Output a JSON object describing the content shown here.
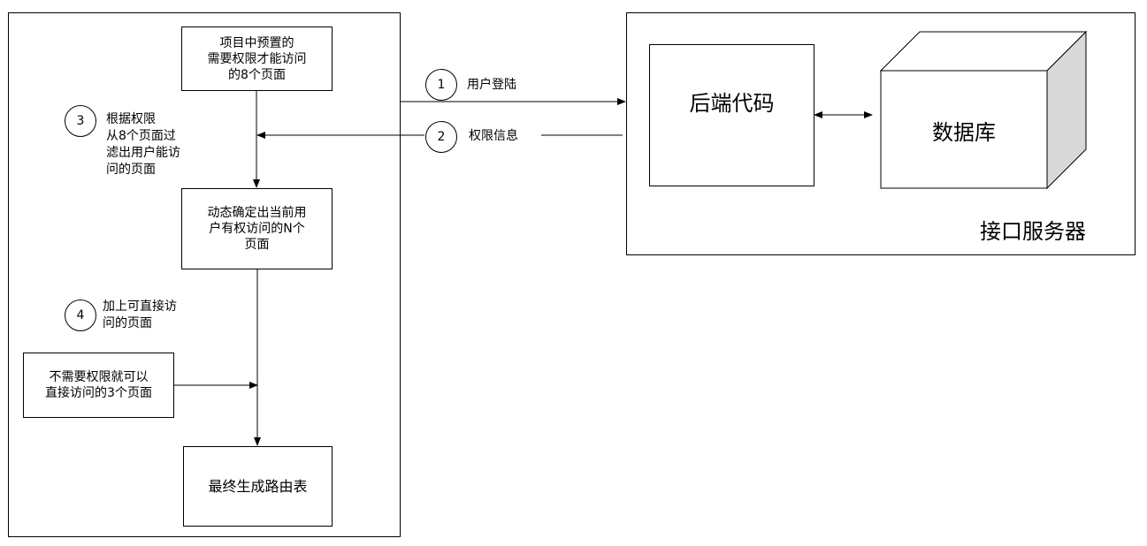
{
  "client": {
    "box_preset": "项目中预置的\n需要权限才能访问\n的8个页面",
    "box_dynamic": "动态确定出当前用\n户有权访问的N个\n页面",
    "box_public": "不需要权限就可以\n直接访问的3个页面",
    "box_final": "最终生成路由表"
  },
  "steps": [
    {
      "num": "1",
      "label": "用户登陆"
    },
    {
      "num": "2",
      "label": "权限信息"
    },
    {
      "num": "3",
      "label": "根据权限\n从8个页面过\n滤出用户能访\n问的页面"
    },
    {
      "num": "4",
      "label": "加上可直接访\n问的页面"
    }
  ],
  "server": {
    "title": "接口服务器",
    "backend": "后端代码",
    "database": "数据库"
  },
  "colors": {
    "line": "#000000",
    "cube_front": "#ffffff",
    "cube_side": "#d9d9d9"
  }
}
